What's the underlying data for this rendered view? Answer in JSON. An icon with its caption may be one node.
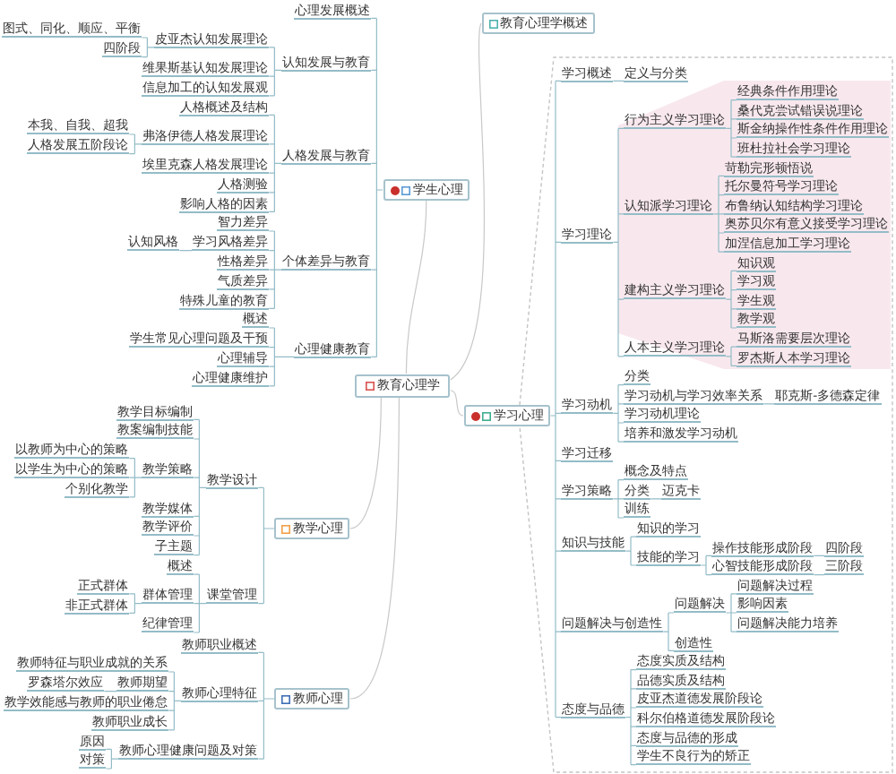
{
  "diagram": {
    "nodes": [
      {
        "text": [
          "教育心理学"
        ]
      },
      {
        "text": [
          "教育心理学概述"
        ]
      },
      {
        "text": [
          "学生心理"
        ]
      },
      {
        "text": [
          "心理发展概述"
        ]
      },
      {
        "text": [
          "认知发展与教育"
        ]
      },
      {
        "text": [
          "皮亚杰认知发展理论"
        ]
      },
      {
        "text": [
          "图式、同化、顺应、平衡"
        ]
      },
      {
        "text": [
          "四阶段"
        ]
      },
      {
        "text": [
          "维果斯基认知发展理论"
        ]
      },
      {
        "text": [
          "信息加工的认知发展观"
        ]
      },
      {
        "text": [
          "人格发展与教育"
        ]
      },
      {
        "text": [
          "人格概述及结构"
        ]
      },
      {
        "text": [
          "弗洛伊德人格发展理论"
        ]
      },
      {
        "text": [
          "本我、自我、超我"
        ]
      },
      {
        "text": [
          "人格发展五阶段论"
        ]
      },
      {
        "text": [
          "埃里克森人格发展理论"
        ]
      },
      {
        "text": [
          "人格测验"
        ]
      },
      {
        "text": [
          "影响人格的因素"
        ]
      },
      {
        "text": [
          "个体差异与教育"
        ]
      },
      {
        "text": [
          "智力差异"
        ]
      },
      {
        "text": [
          "学习风格差异"
        ]
      },
      {
        "text": [
          "认知风格"
        ]
      },
      {
        "text": [
          "性格差异"
        ]
      },
      {
        "text": [
          "气质差异"
        ]
      },
      {
        "text": [
          "特殊儿童的教育"
        ]
      },
      {
        "text": [
          "心理健康教育"
        ]
      },
      {
        "text": [
          "概述"
        ]
      },
      {
        "text": [
          "学生常见心理问题及干预"
        ]
      },
      {
        "text": [
          "心理辅导"
        ]
      },
      {
        "text": [
          "心理健康维护"
        ]
      },
      {
        "text": [
          "教学心理"
        ]
      },
      {
        "text": [
          "教学设计"
        ]
      },
      {
        "text": [
          "教学目标编制"
        ]
      },
      {
        "text": [
          "教案编制技能"
        ]
      },
      {
        "text": [
          "教学策略"
        ]
      },
      {
        "text": [
          "以教师为中心的策略"
        ]
      },
      {
        "text": [
          "以学生为中心的策略"
        ]
      },
      {
        "text": [
          "个别化教学"
        ]
      },
      {
        "text": [
          "教学媒体"
        ]
      },
      {
        "text": [
          "教学评价"
        ]
      },
      {
        "text": [
          "子主题"
        ]
      },
      {
        "text": [
          "课堂管理"
        ]
      },
      {
        "text": [
          "概述"
        ]
      },
      {
        "text": [
          "群体管理"
        ]
      },
      {
        "text": [
          "正式群体"
        ]
      },
      {
        "text": [
          "非正式群体"
        ]
      },
      {
        "text": [
          "纪律管理"
        ]
      },
      {
        "text": [
          "教师心理"
        ]
      },
      {
        "text": [
          "教师职业概述"
        ]
      },
      {
        "text": [
          "教师心理特征"
        ]
      },
      {
        "text": [
          "教师特征与职业成就的关系"
        ]
      },
      {
        "text": [
          "教师期望"
        ]
      },
      {
        "text": [
          "罗森塔尔效应"
        ]
      },
      {
        "text": [
          "教学效能感与教师的职业倦怠"
        ]
      },
      {
        "text": [
          "教师职业成长"
        ]
      },
      {
        "text": [
          "教师心理健康问题及对策"
        ]
      },
      {
        "text": [
          "原因"
        ]
      },
      {
        "text": [
          "对策"
        ]
      },
      {
        "text": [
          "学习心理"
        ]
      },
      {
        "text": [
          "学习概述"
        ]
      },
      {
        "text": [
          "定义与分类"
        ]
      },
      {
        "text": [
          "学习理论"
        ]
      },
      {
        "text": [
          "行为主义学习理论"
        ]
      },
      {
        "text": [
          "经典条件作用理论"
        ]
      },
      {
        "text": [
          "桑代克尝试错误说理论"
        ]
      },
      {
        "text": [
          "斯金纳操作性条件作用理论"
        ]
      },
      {
        "text": [
          "班杜拉社会学习理论"
        ]
      },
      {
        "text": [
          "认知派学习理论"
        ]
      },
      {
        "text": [
          "苛勒完形顿悟说"
        ]
      },
      {
        "text": [
          "托尔曼符号学习理论"
        ]
      },
      {
        "text": [
          "布鲁纳认知结构学习理论"
        ]
      },
      {
        "text": [
          "奥苏贝尔有意义接受学习理论"
        ]
      },
      {
        "text": [
          "加涅信息加工学习理论"
        ]
      },
      {
        "text": [
          "建构主义学习理论"
        ]
      },
      {
        "text": [
          "知识观"
        ]
      },
      {
        "text": [
          "学习观"
        ]
      },
      {
        "text": [
          "学生观"
        ]
      },
      {
        "text": [
          "教学观"
        ]
      },
      {
        "text": [
          "人本主义学习理论"
        ]
      },
      {
        "text": [
          "马斯洛需要层次理论"
        ]
      },
      {
        "text": [
          "罗杰斯人本学习理论"
        ]
      },
      {
        "text": [
          "学习动机"
        ]
      },
      {
        "text": [
          "分类"
        ]
      },
      {
        "text": [
          "学习动机与学习效率关系"
        ]
      },
      {
        "text": [
          "耶克斯-多德森定律"
        ]
      },
      {
        "text": [
          "学习动机理论"
        ]
      },
      {
        "text": [
          "培养和激发学习动机"
        ]
      },
      {
        "text": [
          "学习迁移"
        ]
      },
      {
        "text": [
          "学习策略"
        ]
      },
      {
        "text": [
          "概念及特点"
        ]
      },
      {
        "text": [
          "分类"
        ]
      },
      {
        "text": [
          "迈克卡"
        ]
      },
      {
        "text": [
          "训练"
        ]
      },
      {
        "text": [
          "知识与技能"
        ]
      },
      {
        "text": [
          "知识的学习"
        ]
      },
      {
        "text": [
          "技能的学习"
        ]
      },
      {
        "text": [
          "操作技能形成阶段"
        ]
      },
      {
        "text": [
          "四阶段"
        ]
      },
      {
        "text": [
          "心智技能形成阶段"
        ]
      },
      {
        "text": [
          "三阶段"
        ]
      },
      {
        "text": [
          "问题解决与创造性"
        ]
      },
      {
        "text": [
          "问题解决"
        ]
      },
      {
        "text": [
          "问题解决过程"
        ]
      },
      {
        "text": [
          "影响因素"
        ]
      },
      {
        "text": [
          "问题解决能力培养"
        ]
      },
      {
        "text": [
          "创造性"
        ]
      },
      {
        "text": [
          "态度与品德"
        ]
      },
      {
        "text": [
          "态度实质及结构"
        ]
      },
      {
        "text": [
          "品德实质及结构"
        ]
      },
      {
        "text": [
          "皮亚杰道德发展阶段论"
        ]
      },
      {
        "text": [
          "科尔伯格道德发展阶段论"
        ]
      },
      {
        "text": [
          "态度与品德的形成"
        ]
      },
      {
        "text": [
          "学生不良行为的矫正"
        ]
      }
    ],
    "edges": [
      {
        "from": 0,
        "to": 1,
        "arrow": "none",
        "color": "#c8c8c8"
      },
      {
        "from": 0,
        "to": 2,
        "arrow": "none",
        "color": "#c8c8c8"
      },
      {
        "from": 2,
        "to": 3,
        "arrow": "none"
      },
      {
        "from": 2,
        "to": 4,
        "arrow": "none"
      },
      {
        "from": 4,
        "to": 5,
        "arrow": "none"
      },
      {
        "from": 5,
        "to": 6,
        "arrow": "none"
      },
      {
        "from": 5,
        "to": 7,
        "arrow": "none"
      },
      {
        "from": 4,
        "to": 8,
        "arrow": "none"
      },
      {
        "from": 4,
        "to": 9,
        "arrow": "none"
      },
      {
        "from": 2,
        "to": 10,
        "arrow": "none"
      },
      {
        "from": 10,
        "to": 11,
        "arrow": "none"
      },
      {
        "from": 10,
        "to": 12,
        "arrow": "none"
      },
      {
        "from": 12,
        "to": 13,
        "arrow": "none"
      },
      {
        "from": 12,
        "to": 14,
        "arrow": "none"
      },
      {
        "from": 10,
        "to": 15,
        "arrow": "none"
      },
      {
        "from": 10,
        "to": 16,
        "arrow": "none"
      },
      {
        "from": 10,
        "to": 17,
        "arrow": "none"
      },
      {
        "from": 2,
        "to": 18,
        "arrow": "none"
      },
      {
        "from": 18,
        "to": 19,
        "arrow": "none"
      },
      {
        "from": 18,
        "to": 20,
        "arrow": "none"
      },
      {
        "from": 20,
        "to": 21,
        "arrow": "none"
      },
      {
        "from": 18,
        "to": 22,
        "arrow": "none"
      },
      {
        "from": 18,
        "to": 23,
        "arrow": "none"
      },
      {
        "from": 18,
        "to": 24,
        "arrow": "none"
      },
      {
        "from": 2,
        "to": 25,
        "arrow": "none"
      },
      {
        "from": 25,
        "to": 26,
        "arrow": "none"
      },
      {
        "from": 25,
        "to": 27,
        "arrow": "none"
      },
      {
        "from": 25,
        "to": 28,
        "arrow": "none"
      },
      {
        "from": 25,
        "to": 29,
        "arrow": "none"
      },
      {
        "from": 0,
        "to": 30,
        "arrow": "none",
        "color": "#c8c8c8"
      },
      {
        "from": 30,
        "to": 31,
        "arrow": "none"
      },
      {
        "from": 31,
        "to": 32,
        "arrow": "none"
      },
      {
        "from": 31,
        "to": 33,
        "arrow": "none"
      },
      {
        "from": 31,
        "to": 34,
        "arrow": "none"
      },
      {
        "from": 34,
        "to": 35,
        "arrow": "none"
      },
      {
        "from": 34,
        "to": 36,
        "arrow": "none"
      },
      {
        "from": 34,
        "to": 37,
        "arrow": "none"
      },
      {
        "from": 31,
        "to": 38,
        "arrow": "none"
      },
      {
        "from": 31,
        "to": 39,
        "arrow": "none"
      },
      {
        "from": 31,
        "to": 40,
        "arrow": "none"
      },
      {
        "from": 30,
        "to": 41,
        "arrow": "none"
      },
      {
        "from": 41,
        "to": 42,
        "arrow": "none"
      },
      {
        "from": 41,
        "to": 43,
        "arrow": "none"
      },
      {
        "from": 43,
        "to": 44,
        "arrow": "none"
      },
      {
        "from": 43,
        "to": 45,
        "arrow": "none"
      },
      {
        "from": 41,
        "to": 46,
        "arrow": "none"
      },
      {
        "from": 0,
        "to": 47,
        "arrow": "none",
        "color": "#c8c8c8"
      },
      {
        "from": 47,
        "to": 48,
        "arrow": "none"
      },
      {
        "from": 47,
        "to": 49,
        "arrow": "none"
      },
      {
        "from": 49,
        "to": 50,
        "arrow": "none"
      },
      {
        "from": 49,
        "to": 51,
        "arrow": "none"
      },
      {
        "from": 51,
        "to": 52,
        "arrow": "none"
      },
      {
        "from": 49,
        "to": 53,
        "arrow": "none"
      },
      {
        "from": 49,
        "to": 54,
        "arrow": "none"
      },
      {
        "from": 47,
        "to": 55,
        "arrow": "none"
      },
      {
        "from": 55,
        "to": 56,
        "arrow": "none"
      },
      {
        "from": 55,
        "to": 57,
        "arrow": "none"
      },
      {
        "from": 0,
        "to": 58,
        "arrow": "none",
        "color": "#c8c8c8"
      },
      {
        "from": 58,
        "to": 59,
        "arrow": "none"
      },
      {
        "from": 59,
        "to": 60,
        "arrow": "none"
      },
      {
        "from": 58,
        "to": 61,
        "arrow": "none"
      },
      {
        "from": 61,
        "to": 62,
        "arrow": "none"
      },
      {
        "from": 62,
        "to": 63,
        "arrow": "none"
      },
      {
        "from": 62,
        "to": 64,
        "arrow": "none"
      },
      {
        "from": 62,
        "to": 65,
        "arrow": "none"
      },
      {
        "from": 62,
        "to": 66,
        "arrow": "none"
      },
      {
        "from": 61,
        "to": 67,
        "arrow": "none"
      },
      {
        "from": 67,
        "to": 68,
        "arrow": "none"
      },
      {
        "from": 67,
        "to": 69,
        "arrow": "none"
      },
      {
        "from": 67,
        "to": 70,
        "arrow": "none"
      },
      {
        "from": 67,
        "to": 71,
        "arrow": "none"
      },
      {
        "from": 67,
        "to": 72,
        "arrow": "none"
      },
      {
        "from": 61,
        "to": 73,
        "arrow": "none"
      },
      {
        "from": 73,
        "to": 74,
        "arrow": "none"
      },
      {
        "from": 73,
        "to": 75,
        "arrow": "none"
      },
      {
        "from": 73,
        "to": 76,
        "arrow": "none"
      },
      {
        "from": 73,
        "to": 77,
        "arrow": "none"
      },
      {
        "from": 61,
        "to": 78,
        "arrow": "none"
      },
      {
        "from": 78,
        "to": 79,
        "arrow": "none"
      },
      {
        "from": 78,
        "to": 80,
        "arrow": "none"
      },
      {
        "from": 58,
        "to": 81,
        "arrow": "none"
      },
      {
        "from": 81,
        "to": 82,
        "arrow": "none"
      },
      {
        "from": 81,
        "to": 83,
        "arrow": "none"
      },
      {
        "from": 83,
        "to": 84,
        "arrow": "none"
      },
      {
        "from": 81,
        "to": 85,
        "arrow": "none"
      },
      {
        "from": 81,
        "to": 86,
        "arrow": "none"
      },
      {
        "from": 58,
        "to": 87,
        "arrow": "none"
      },
      {
        "from": 58,
        "to": 88,
        "arrow": "none"
      },
      {
        "from": 88,
        "to": 89,
        "arrow": "none"
      },
      {
        "from": 88,
        "to": 90,
        "arrow": "none"
      },
      {
        "from": 90,
        "to": 91,
        "arrow": "none"
      },
      {
        "from": 88,
        "to": 92,
        "arrow": "none"
      },
      {
        "from": 58,
        "to": 93,
        "arrow": "none"
      },
      {
        "from": 93,
        "to": 94,
        "arrow": "none"
      },
      {
        "from": 93,
        "to": 95,
        "arrow": "none"
      },
      {
        "from": 95,
        "to": 96,
        "arrow": "none"
      },
      {
        "from": 96,
        "to": 97,
        "arrow": "none"
      },
      {
        "from": 95,
        "to": 98,
        "arrow": "none"
      },
      {
        "from": 98,
        "to": 99,
        "arrow": "none"
      },
      {
        "from": 58,
        "to": 100,
        "arrow": "none"
      },
      {
        "from": 100,
        "to": 101,
        "arrow": "none"
      },
      {
        "from": 101,
        "to": 102,
        "arrow": "none"
      },
      {
        "from": 101,
        "to": 103,
        "arrow": "none"
      },
      {
        "from": 101,
        "to": 104,
        "arrow": "none"
      },
      {
        "from": 100,
        "to": 105,
        "arrow": "none"
      },
      {
        "from": 58,
        "to": 106,
        "arrow": "none"
      },
      {
        "from": 106,
        "to": 107,
        "arrow": "none"
      },
      {
        "from": 106,
        "to": 108,
        "arrow": "none"
      },
      {
        "from": 106,
        "to": 109,
        "arrow": "none"
      },
      {
        "from": 106,
        "to": 110,
        "arrow": "none"
      },
      {
        "from": 106,
        "to": 111,
        "arrow": "none"
      },
      {
        "from": 106,
        "to": 112,
        "arrow": "none"
      }
    ]
  }
}
